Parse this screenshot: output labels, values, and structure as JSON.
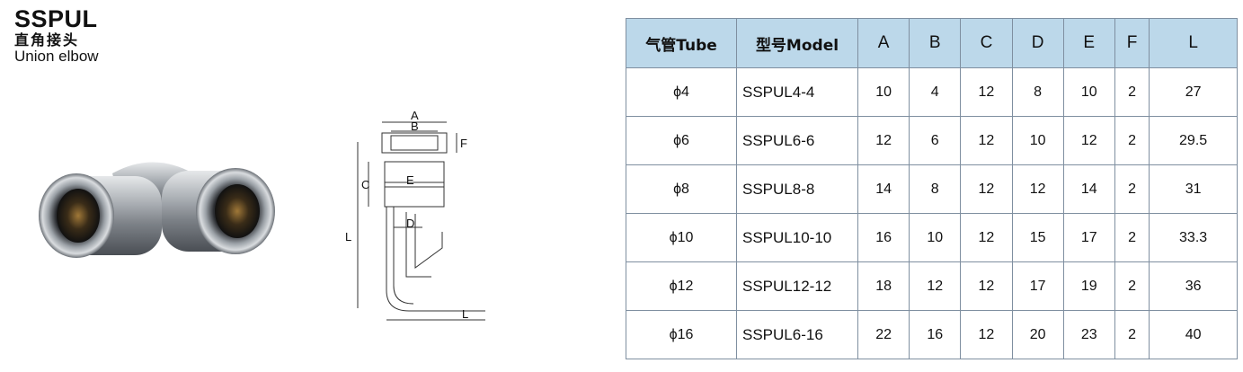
{
  "header": {
    "model": "SSPUL",
    "name_cn": "直角接头",
    "name_en": "Union elbow"
  },
  "drawing_labels": {
    "A": "A",
    "B": "B",
    "C": "C",
    "D": "D",
    "E": "E",
    "F": "F",
    "L_left": "L",
    "L_bottom": "L"
  },
  "table": {
    "headers": [
      "气管Tube",
      "型号Model",
      "A",
      "B",
      "C",
      "D",
      "E",
      "F",
      "L"
    ],
    "rows": [
      [
        "ϕ4",
        "SSPUL4-4",
        "10",
        "4",
        "12",
        "8",
        "10",
        "2",
        "27"
      ],
      [
        "ϕ6",
        "SSPUL6-6",
        "12",
        "6",
        "12",
        "10",
        "12",
        "2",
        "29.5"
      ],
      [
        "ϕ8",
        "SSPUL8-8",
        "14",
        "8",
        "12",
        "12",
        "14",
        "2",
        "31"
      ],
      [
        "ϕ10",
        "SSPUL10-10",
        "16",
        "10",
        "12",
        "15",
        "17",
        "2",
        "33.3"
      ],
      [
        "ϕ12",
        "SSPUL12-12",
        "18",
        "12",
        "12",
        "17",
        "19",
        "2",
        "36"
      ],
      [
        "ϕ16",
        "SSPUL6-16",
        "22",
        "16",
        "12",
        "20",
        "23",
        "2",
        "40"
      ]
    ]
  },
  "colors": {
    "header_bg": "#bcd8ea",
    "border": "#7f8fa0"
  }
}
